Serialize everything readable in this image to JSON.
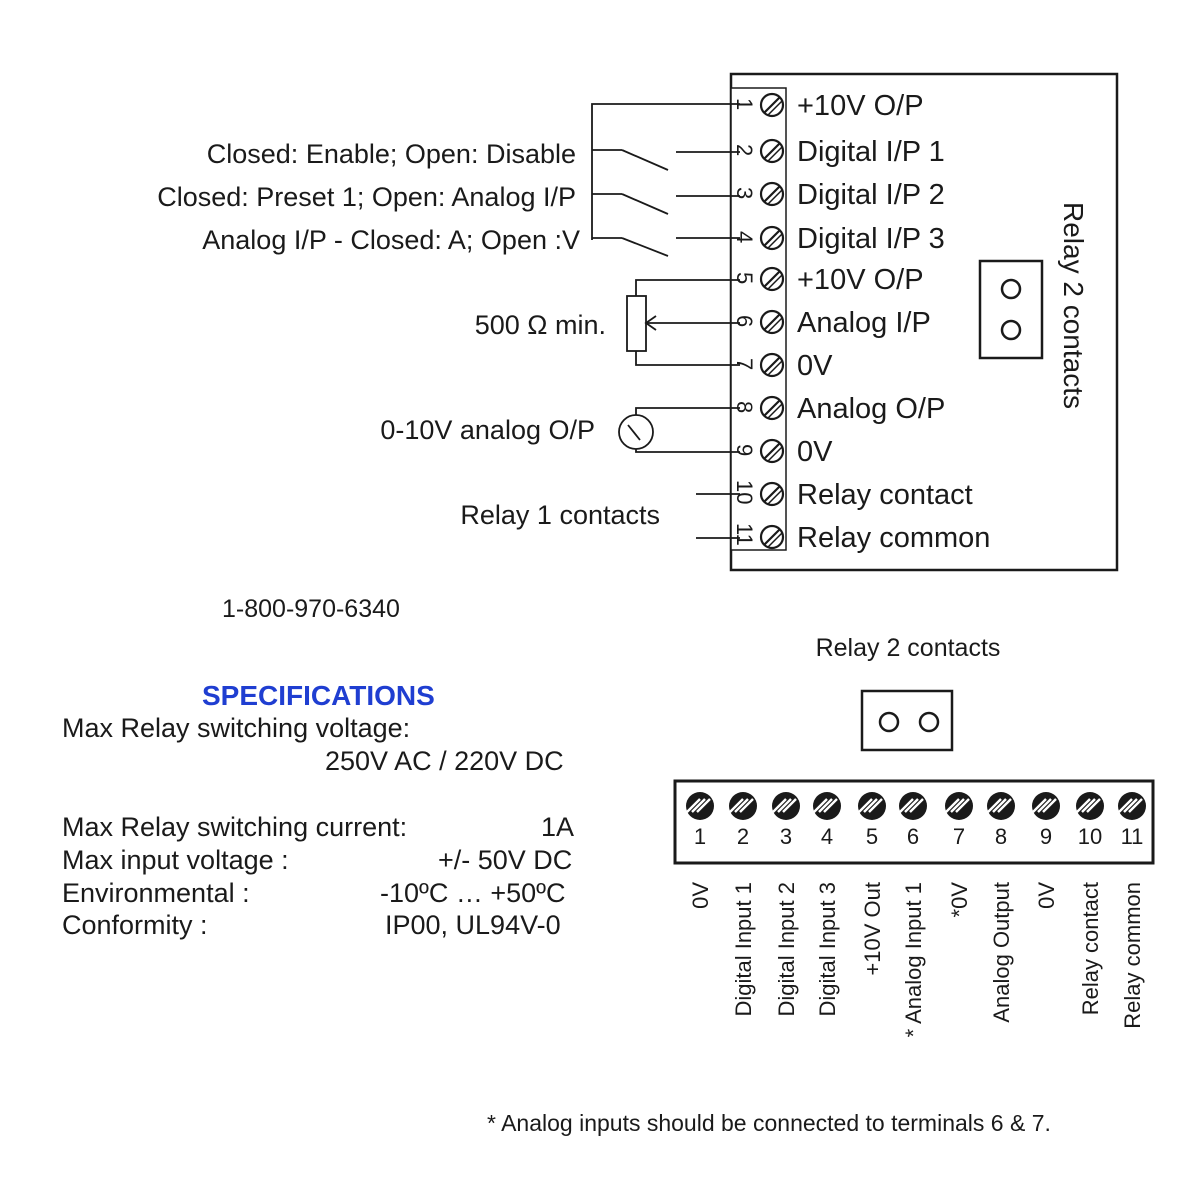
{
  "top_diagram": {
    "terminals": [
      {
        "num": "1",
        "label": "+10V O/P"
      },
      {
        "num": "2",
        "label": "Digital I/P 1"
      },
      {
        "num": "3",
        "label": "Digital I/P 2"
      },
      {
        "num": "4",
        "label": "Digital I/P 3"
      },
      {
        "num": "5",
        "label": "+10V O/P"
      },
      {
        "num": "6",
        "label": "Analog I/P"
      },
      {
        "num": "7",
        "label": "0V"
      },
      {
        "num": "8",
        "label": "Analog O/P"
      },
      {
        "num": "9",
        "label": "0V"
      },
      {
        "num": "10",
        "label": "Relay contact"
      },
      {
        "num": "11",
        "label": "Relay common"
      }
    ],
    "switch_labels": [
      "Closed: Enable; Open: Disable",
      "Closed: Preset 1; Open: Analog I/P",
      "Analog I/P - Closed: A; Open :V"
    ],
    "pot_label": "500 Ω min.",
    "meter_label": "0-10V analog O/P",
    "relay1_label": "Relay 1 contacts",
    "relay2_label": "Relay 2 contacts"
  },
  "phone": "1-800-970-6340",
  "specs": {
    "title": "SPECIFICATIONS",
    "relay_voltage_label": "Max Relay switching voltage:",
    "relay_voltage_value": "250V AC / 220V DC",
    "rows": [
      {
        "label": "Max Relay switching current:",
        "value": "1A"
      },
      {
        "label": "Max input voltage :",
        "value": "+/- 50V DC"
      },
      {
        "label": "Environmental :",
        "value": "-10ºC … +50ºC"
      },
      {
        "label": "Conformity :",
        "value": "IP00,  UL94V-0"
      }
    ]
  },
  "bottom_diagram": {
    "relay2_label": "Relay 2 contacts",
    "terminals": [
      {
        "num": "1",
        "label": "0V"
      },
      {
        "num": "2",
        "label": "Digital Input 1"
      },
      {
        "num": "3",
        "label": "Digital Input 2"
      },
      {
        "num": "4",
        "label": "Digital Input 3"
      },
      {
        "num": "5",
        "label": "+10V Out"
      },
      {
        "num": "6",
        "label": "* Analog  Input 1"
      },
      {
        "num": "7",
        "label": "*0V"
      },
      {
        "num": "8",
        "label": "Analog Output"
      },
      {
        "num": "9",
        "label": "0V"
      },
      {
        "num": "10",
        "label": "Relay contact"
      },
      {
        "num": "11",
        "label": "Relay common"
      }
    ]
  },
  "footnote": "* Analog inputs should be connected to terminals 6 & 7.",
  "colors": {
    "ink": "#1a1a1a",
    "spec_title": "#1f3ed1",
    "background": "#ffffff"
  }
}
